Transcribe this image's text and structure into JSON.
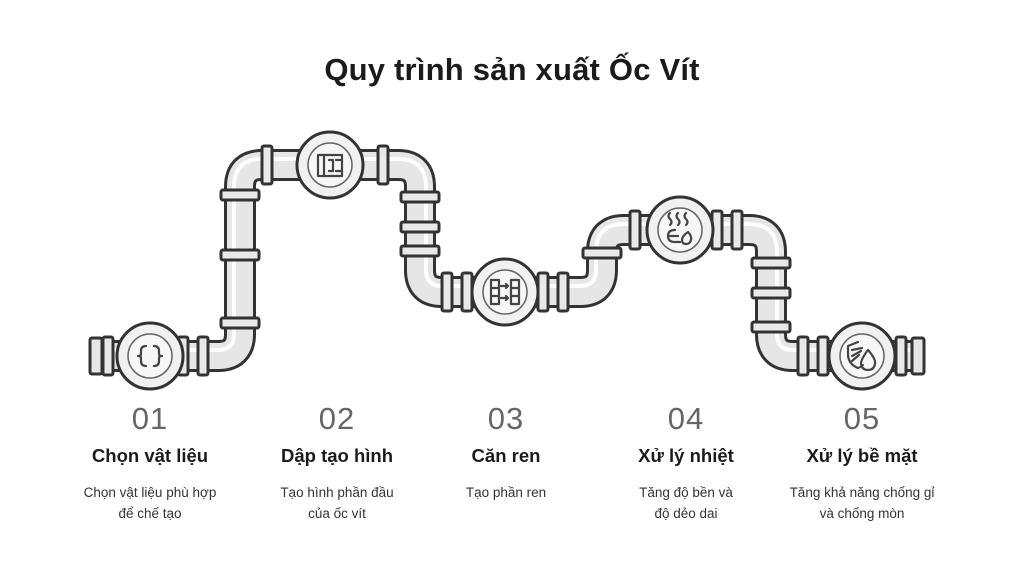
{
  "title": "Quy trình sản xuất Ốc Vít",
  "steps": [
    {
      "num": "01",
      "label": "Chọn vật liệu",
      "desc": "Chọn vật liệu phù hợp\nđể chế tạo",
      "icon": "code-braces-icon"
    },
    {
      "num": "02",
      "label": "Dập tạo hình",
      "desc": "Tạo hình phần đầu\ncủa ốc vít",
      "icon": "press-stamp-icon"
    },
    {
      "num": "03",
      "label": "Căn ren",
      "desc": "Tạo phần ren",
      "icon": "thread-rolling-icon"
    },
    {
      "num": "04",
      "label": "Xử lý nhiệt",
      "desc": "Tăng độ bền và\nđộ dẻo dai",
      "icon": "heat-treatment-icon"
    },
    {
      "num": "05",
      "label": "Xử lý bề mặt",
      "desc": "Tăng khả năng chống gỉ\nvà chống mòn",
      "icon": "shield-drop-icon"
    }
  ]
}
